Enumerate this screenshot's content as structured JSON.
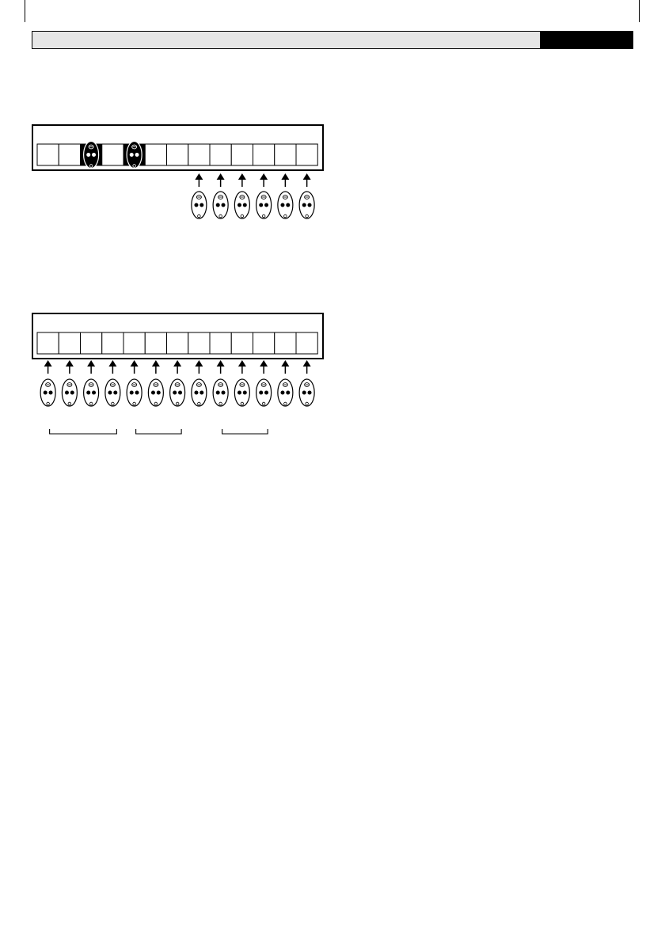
{
  "header": {
    "bar_color": "#e6e6e6",
    "block_color": "#000000",
    "title": ""
  },
  "figures": [
    {
      "id": "figure-1",
      "slot_count": 13,
      "occupied_slots": [
        3,
        5
      ],
      "remotes_added_at_slots": [
        8,
        9,
        10,
        11,
        12,
        13
      ]
    },
    {
      "id": "figure-2",
      "slot_count": 13,
      "occupied_slots": [],
      "remotes_added_at_slots": [
        1,
        2,
        3,
        4,
        5,
        6,
        7,
        8,
        9,
        10,
        11,
        12,
        13
      ],
      "groups": [
        {
          "from_slot": 1,
          "to_slot": 4
        },
        {
          "from_slot": 5,
          "to_slot": 7
        },
        {
          "from_slot": 9,
          "to_slot": 11
        }
      ]
    }
  ],
  "icons": {
    "remote": "remote-control-icon",
    "arrow": "arrow-up-icon"
  }
}
